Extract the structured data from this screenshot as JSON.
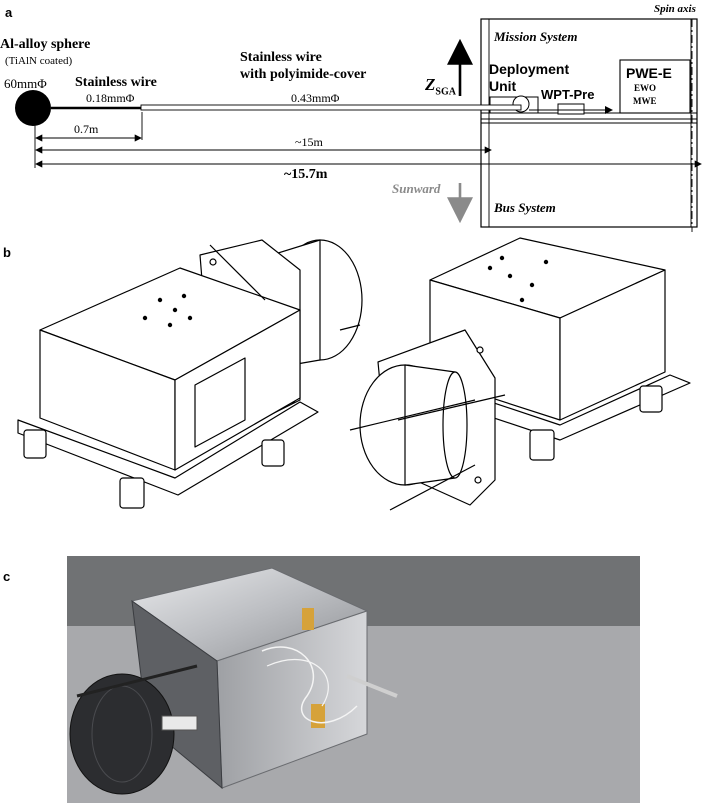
{
  "panel_a": {
    "label": "a",
    "spin_axis": "Spin axis",
    "mission_system": "Mission System",
    "bus_system": "Bus System",
    "sphere_title": "Al-alloy sphere",
    "sphere_coating": "(TiAlN coated)",
    "sphere_size": "60mmΦ",
    "wire1_title": "Stainless wire",
    "wire1_size": "0.18mmΦ",
    "wire2_title_line1": "Stainless wire",
    "wire2_title_line2": "with polyimide-cover",
    "wire2_size": "0.43mmΦ",
    "zsga_main": "Z",
    "zsga_sub": "SGA",
    "sunward": "Sunward",
    "deployment_line1": "Deployment",
    "deployment_line2": "Unit",
    "wpt_pre": "WPT-Pre",
    "pwe_e": "PWE-E",
    "ewo": "EWO",
    "mwe": "MWE",
    "dim_07": "0.7m",
    "dim_15": "~15m",
    "dim_157": "~15.7m"
  },
  "panel_b": {
    "label": "b"
  },
  "panel_c": {
    "label": "c"
  },
  "colors": {
    "ink": "#000000",
    "sunward_gray": "#8a8a8a",
    "photo_bg": "#9c9da0"
  }
}
